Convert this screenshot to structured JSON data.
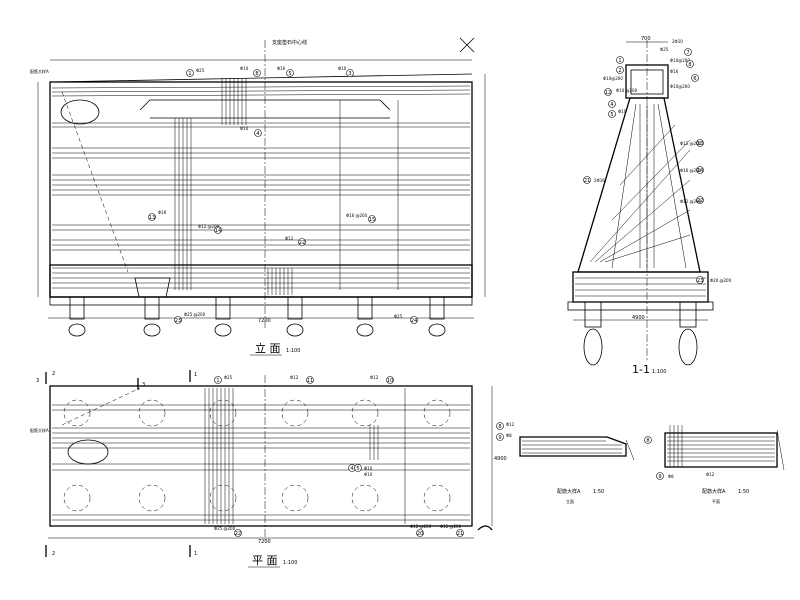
{
  "elevation": {
    "title": "立 面",
    "scale": "1:100",
    "top_right_note": "支座垫石中心线",
    "top_left_label": "配筋大样A",
    "bottom_dim": "7200",
    "rebar_labels": [
      {
        "num": "1",
        "text": "Φ25"
      },
      {
        "num": "8",
        "text": "Φ10"
      },
      {
        "num": "3",
        "text": "Φ10"
      },
      {
        "num": "5",
        "text": "Φ16"
      },
      {
        "num": "4",
        "text": "Φ10"
      },
      {
        "num": "13",
        "text": "Φ16"
      },
      {
        "num": "14",
        "text": "Φ12 @200"
      },
      {
        "num": "15",
        "text": "Φ16 @200"
      },
      {
        "num": "22",
        "text": "Φ12"
      },
      {
        "num": "23",
        "text": "Φ25 @200"
      },
      {
        "num": "24",
        "text": "Φ25"
      }
    ]
  },
  "section": {
    "title": "1-1",
    "scale": "1:100",
    "top_dim": "700",
    "bottom_dim": "4900",
    "rebar_labels": [
      {
        "num": "1",
        "text": "Φ25"
      },
      {
        "num": "2",
        "text": "Φ10@200"
      },
      {
        "num": "4",
        "text": "Φ10@200"
      },
      {
        "num": "5",
        "text": "Φ10"
      },
      {
        "num": "6",
        "text": "Φ10@200"
      },
      {
        "num": "7",
        "text": "Φ16"
      },
      {
        "num": "8",
        "text": "2Φ10"
      },
      {
        "num": "12",
        "text": "Φ10 @200"
      },
      {
        "num": "13",
        "text": "Φ12 @200"
      },
      {
        "num": "14",
        "text": "Φ16 @200"
      },
      {
        "num": "21",
        "text": "2Φ16"
      },
      {
        "num": "22",
        "text": "Φ12 @200"
      },
      {
        "num": "23",
        "text": "Φ20 @200"
      }
    ]
  },
  "plan": {
    "title": "平 面",
    "scale": "1:100",
    "bottom_dim": "7200",
    "side_dim": "4900",
    "section_marks": [
      "1",
      "2",
      "3"
    ],
    "left_label": "配筋大样A",
    "rebar_labels": [
      {
        "num": "1",
        "text": "Φ25"
      },
      {
        "num": "11",
        "text": "Φ12"
      },
      {
        "num": "10",
        "text": "Φ12"
      },
      {
        "num": "4",
        "text": "Φ10"
      },
      {
        "num": "5",
        "text": "Φ10"
      },
      {
        "num": "20",
        "text": "Φ12 @200"
      },
      {
        "num": "21",
        "text": "Φ12 @200"
      },
      {
        "num": "22",
        "text": "Φ25 @200"
      }
    ]
  },
  "detail_a_elev": {
    "title": "配筋大样A",
    "subtitle": "立面",
    "scale": "1:50",
    "labels": [
      {
        "num": "8",
        "text": "Φ12"
      },
      {
        "num": "9",
        "text": "Φ8"
      }
    ]
  },
  "detail_a_plan": {
    "title": "配筋大样A",
    "subtitle": "平面",
    "scale": "1:50",
    "labels": [
      {
        "num": "8",
        "text": "Φ8"
      },
      {
        "num": "9",
        "text": "Φ12"
      }
    ]
  }
}
